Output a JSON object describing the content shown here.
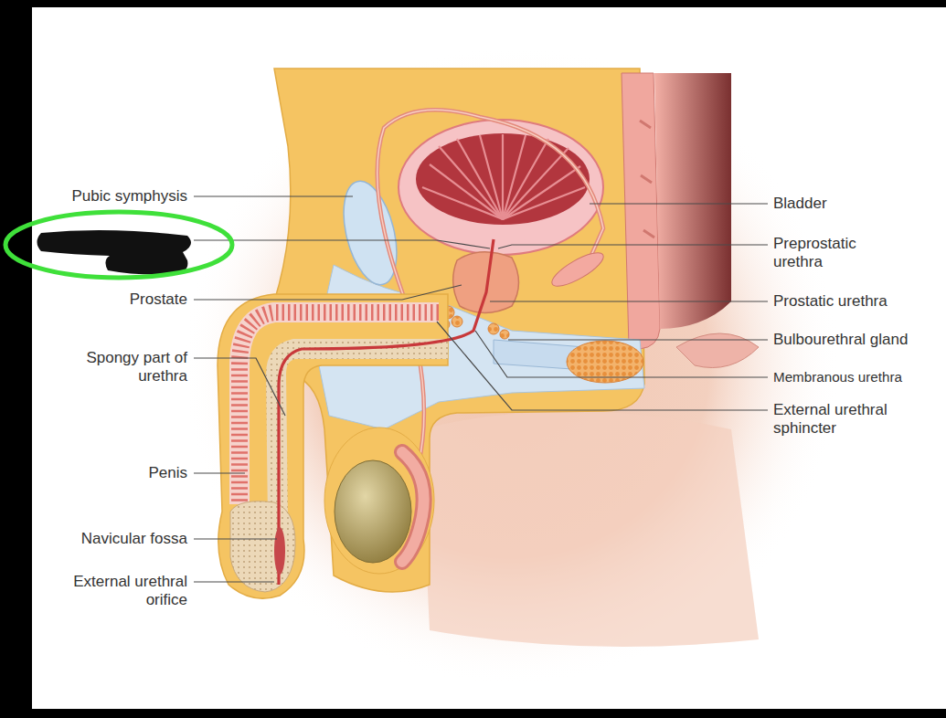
{
  "diagram": {
    "labels": [
      "Pubic symphysis",
      "Prostate",
      "Spongy part of urethra",
      "Penis",
      "Navicular fossa",
      "External urethral orifice",
      "Bladder",
      "Preprostatic urethra",
      "Prostatic urethra",
      "Bulbourethral gland",
      "Membranous urethra",
      "External urethral sphincter"
    ]
  }
}
